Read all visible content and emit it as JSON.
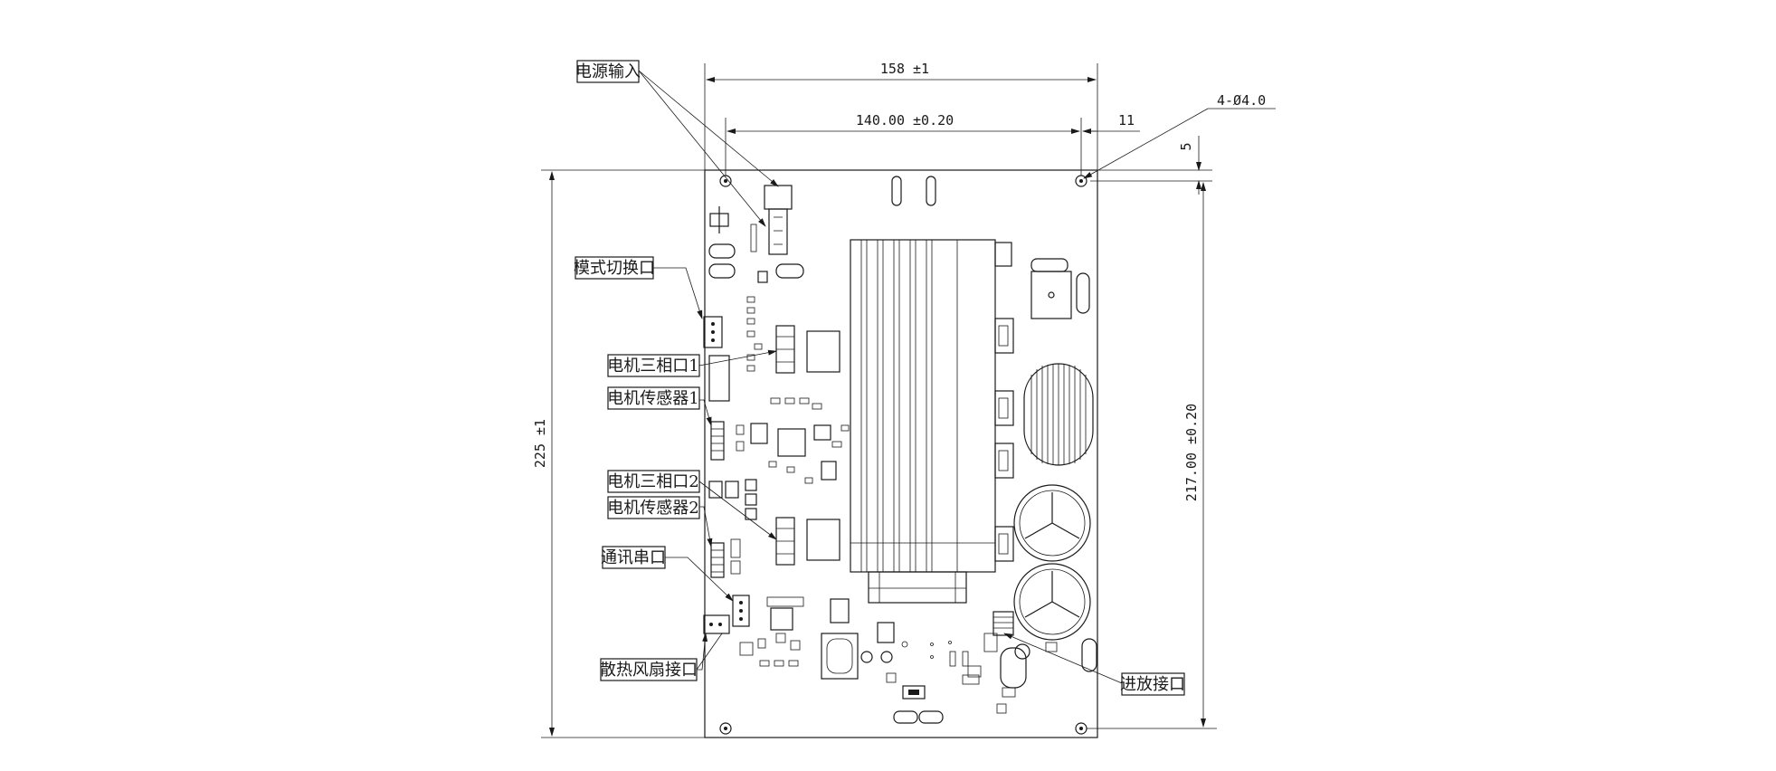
{
  "labels": {
    "power_input": "电源输入",
    "mode_switch": "模式切换口",
    "motor_phase_1": "电机三相口1",
    "motor_sensor_1": "电机传感器1",
    "motor_phase_2": "电机三相口2",
    "motor_sensor_2": "电机传感器2",
    "comm_serial": "通讯串口",
    "fan_port": "散热风扇接口",
    "charge_discharge_port": "进放接口"
  },
  "dimensions": {
    "overall_width": "158 ±1",
    "hole_spacing_width": "140.00 ±0.20",
    "hole_edge_offset": "11",
    "mounting_holes": "4-Ø4.0",
    "hole_top_offset": "5",
    "overall_height": "225 ±1",
    "hole_spacing_height": "217.00 ±0.20"
  }
}
